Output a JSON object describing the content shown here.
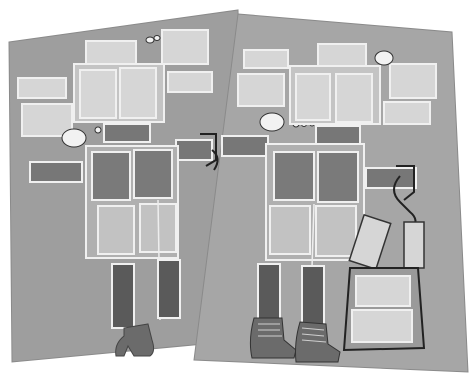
{
  "photo": {
    "background": "#ffffff",
    "sheet_color": "#9e9e9e",
    "sheet_edge_color": "#8a8a8a",
    "panel_fill": "#d6d6d6",
    "panel_stroke": "#f0f0f0",
    "block_fill": "#777777",
    "leg_fill": "#5a5a5a",
    "shoe_fill": "#6b6b6b",
    "outline_color": "#222222",
    "sheets": [
      {
        "name": "left-sheet",
        "figure": "robot-figure-with-heeled-boot"
      },
      {
        "name": "right-sheet",
        "figure": "robot-figure-with-boots-and-bag"
      }
    ]
  }
}
